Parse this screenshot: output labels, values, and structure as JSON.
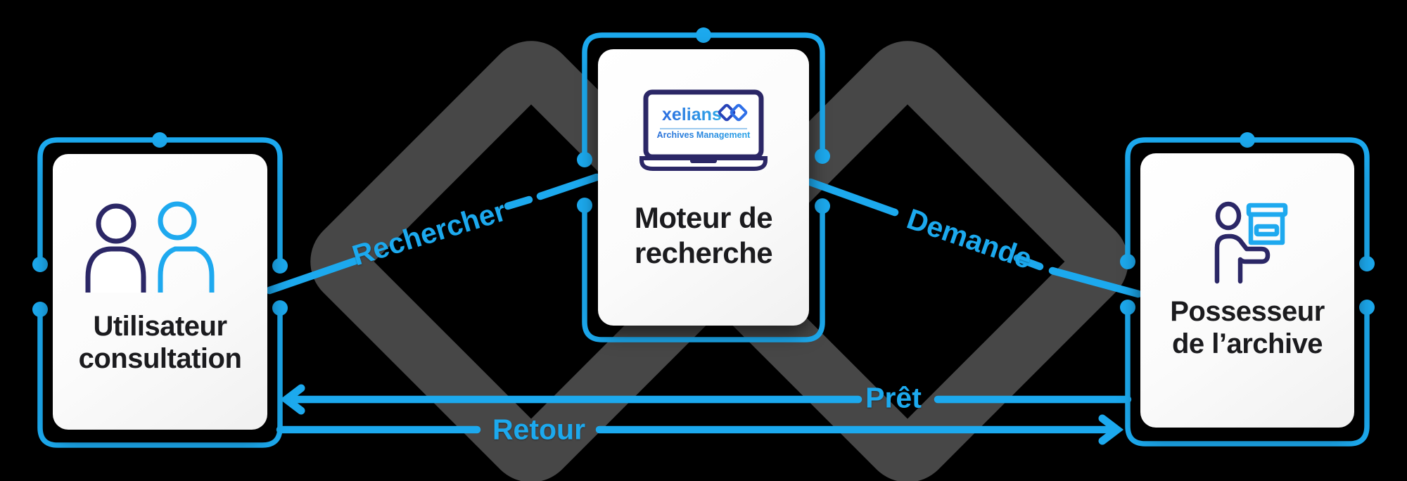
{
  "palette": {
    "background": "#000000",
    "diamond_gray": "#474747",
    "accent_blue": "#1CA9EE",
    "icon_light_blue": "#1EA9EF",
    "icon_navy": "#2B2766",
    "title_dark": "#1b1b1e",
    "logo_royal_blue": "#2E6FE0",
    "logo_cyan_blue": "#2FA9E8"
  },
  "cards": {
    "user": {
      "title_line1": "Utilisateur",
      "title_line2": "consultation",
      "icon": "people-icon"
    },
    "engine": {
      "title_line1": "Moteur de",
      "title_line2": "recherche",
      "icon": "laptop-icon",
      "logo": {
        "brand": "xelians",
        "subtitle": "Archives Management",
        "mark": "double-diamond-icon"
      }
    },
    "owner": {
      "title_line1": "Possesseur",
      "title_line2": "de l’archive",
      "icon": "person-archive-box-icon"
    }
  },
  "connectors": {
    "rechercher": {
      "label": "Rechercher",
      "from": "user",
      "to": "engine"
    },
    "demande": {
      "label": "Demande",
      "from": "engine",
      "to": "owner"
    },
    "pret": {
      "label": "Prêt",
      "from": "owner",
      "to": "user",
      "arrow": "left"
    },
    "retour": {
      "label": "Retour",
      "from": "user",
      "to": "owner",
      "arrow": "right"
    }
  }
}
